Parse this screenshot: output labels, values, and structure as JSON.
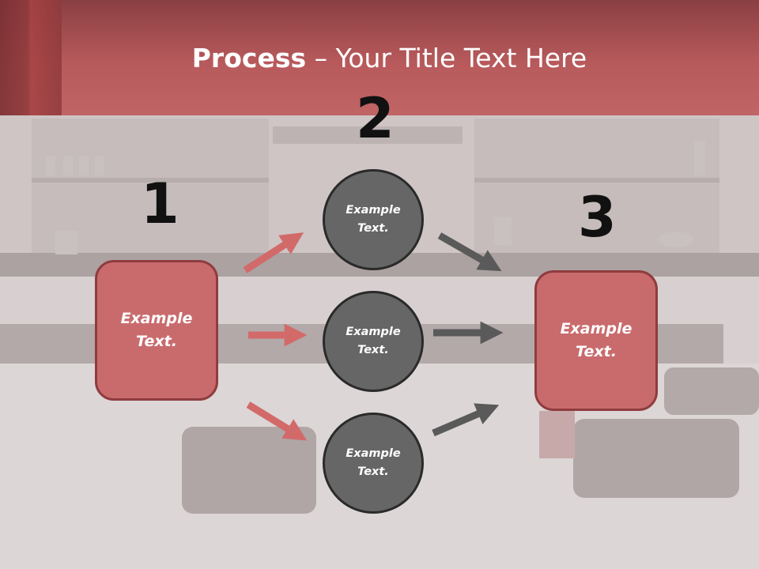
{
  "title": {
    "bold": "Process",
    "rest": " – Your Title Text Here"
  },
  "steps": {
    "one": "1",
    "two": "2",
    "three": "3"
  },
  "left_box": {
    "line1": "Example",
    "line2": "Text."
  },
  "right_box": {
    "line1": "Example",
    "line2": "Text."
  },
  "circles": [
    {
      "line1": "Example",
      "line2": "Text."
    },
    {
      "line1": "Example",
      "line2": "Text."
    },
    {
      "line1": "Example",
      "line2": "Text."
    }
  ],
  "colors": {
    "accent": "#c96b6d",
    "header": "#b85a5c",
    "circle": "#666666",
    "arrow_red": "#d26a6a",
    "arrow_gray": "#5a5a5a"
  }
}
